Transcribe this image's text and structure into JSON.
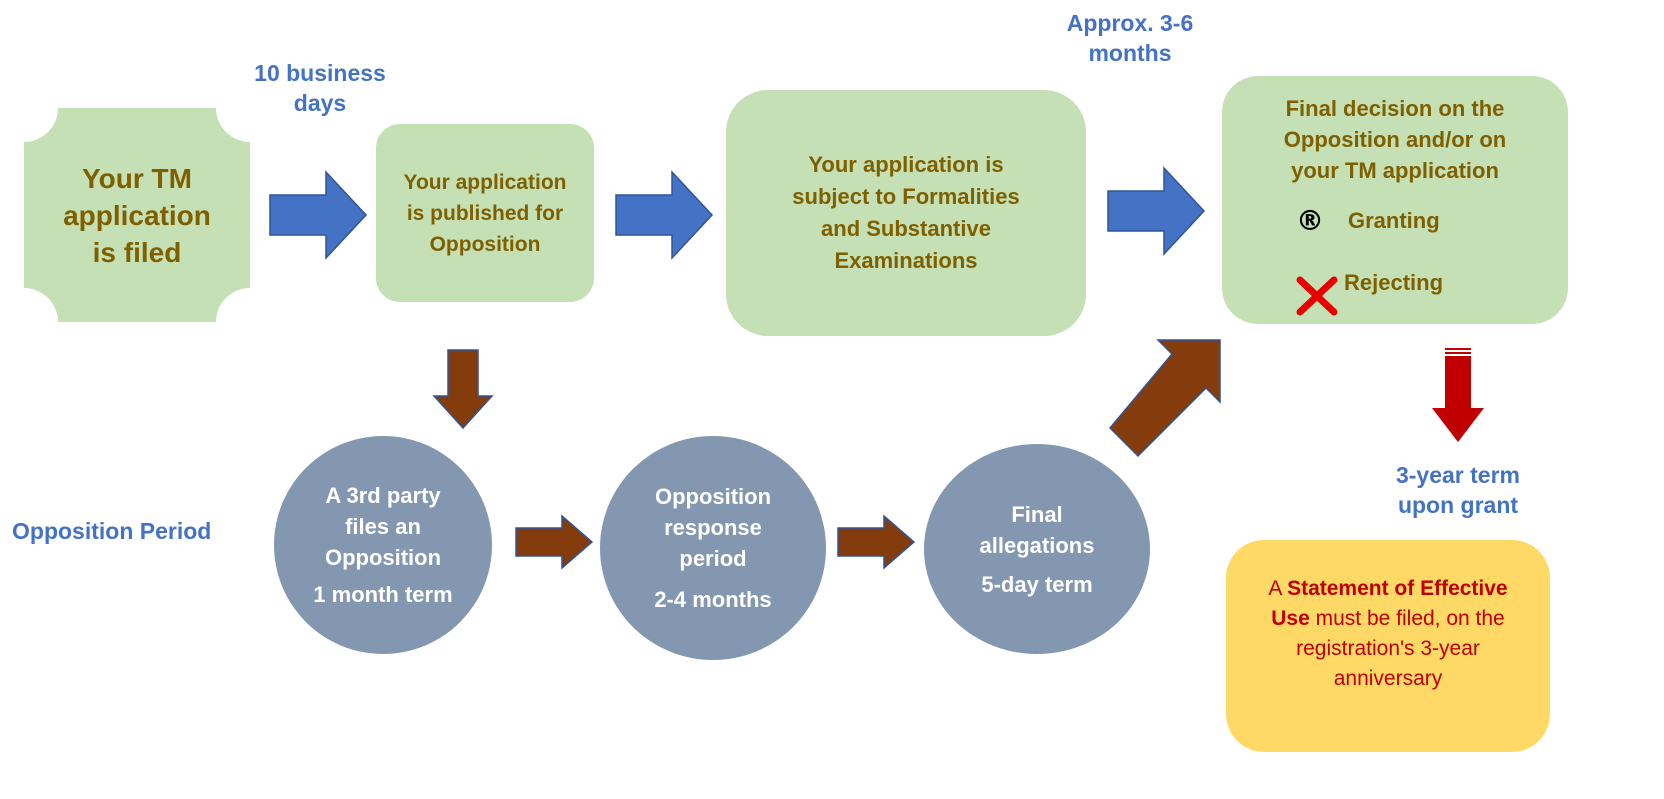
{
  "steps": {
    "filed": {
      "lines": [
        "Your TM",
        "application",
        "is filed"
      ]
    },
    "published": {
      "lines": [
        "Your application",
        "is published for",
        "Opposition"
      ]
    },
    "examination": {
      "lines": [
        "Your application is",
        "subject to Formalities",
        "and Substantive",
        "Examinations"
      ]
    },
    "final_decision": {
      "lines": [
        "Final decision on the",
        "Opposition and/or on",
        "your TM application"
      ],
      "granting_symbol": "®",
      "granting_label": "Granting",
      "rejecting_label": "Rejecting"
    }
  },
  "durations": {
    "publication": [
      "10 business",
      "days"
    ],
    "examination": [
      "Approx. 3-6",
      "months"
    ],
    "term_upon_grant": [
      "3-year term",
      "upon grant"
    ]
  },
  "opposition": {
    "period_label": "Opposition Period",
    "third_party": {
      "lines": [
        "A 3rd party",
        "files an",
        "Opposition"
      ],
      "term": "1 month term"
    },
    "response": {
      "lines": [
        "Opposition",
        "response",
        "period"
      ],
      "term": "2-4 months"
    },
    "final_allegations": {
      "lines": [
        "Final",
        "allegations"
      ],
      "term": "5-day term"
    }
  },
  "statement_note": {
    "prefix": "A",
    "highlight": "Statement of Effective Use",
    "suffix": "must be filed, on the registration's 3-year anniversary"
  },
  "colors": {
    "step_fill": "#c5e0b4",
    "step_text": "#7f6000",
    "blue_arrow": "#4472c4",
    "brown_arrow": "#843c0c",
    "circle_fill": "#8497b0",
    "red_arrow": "#c00000",
    "note_fill": "#ffd966",
    "label_blue": "#4472c4"
  }
}
